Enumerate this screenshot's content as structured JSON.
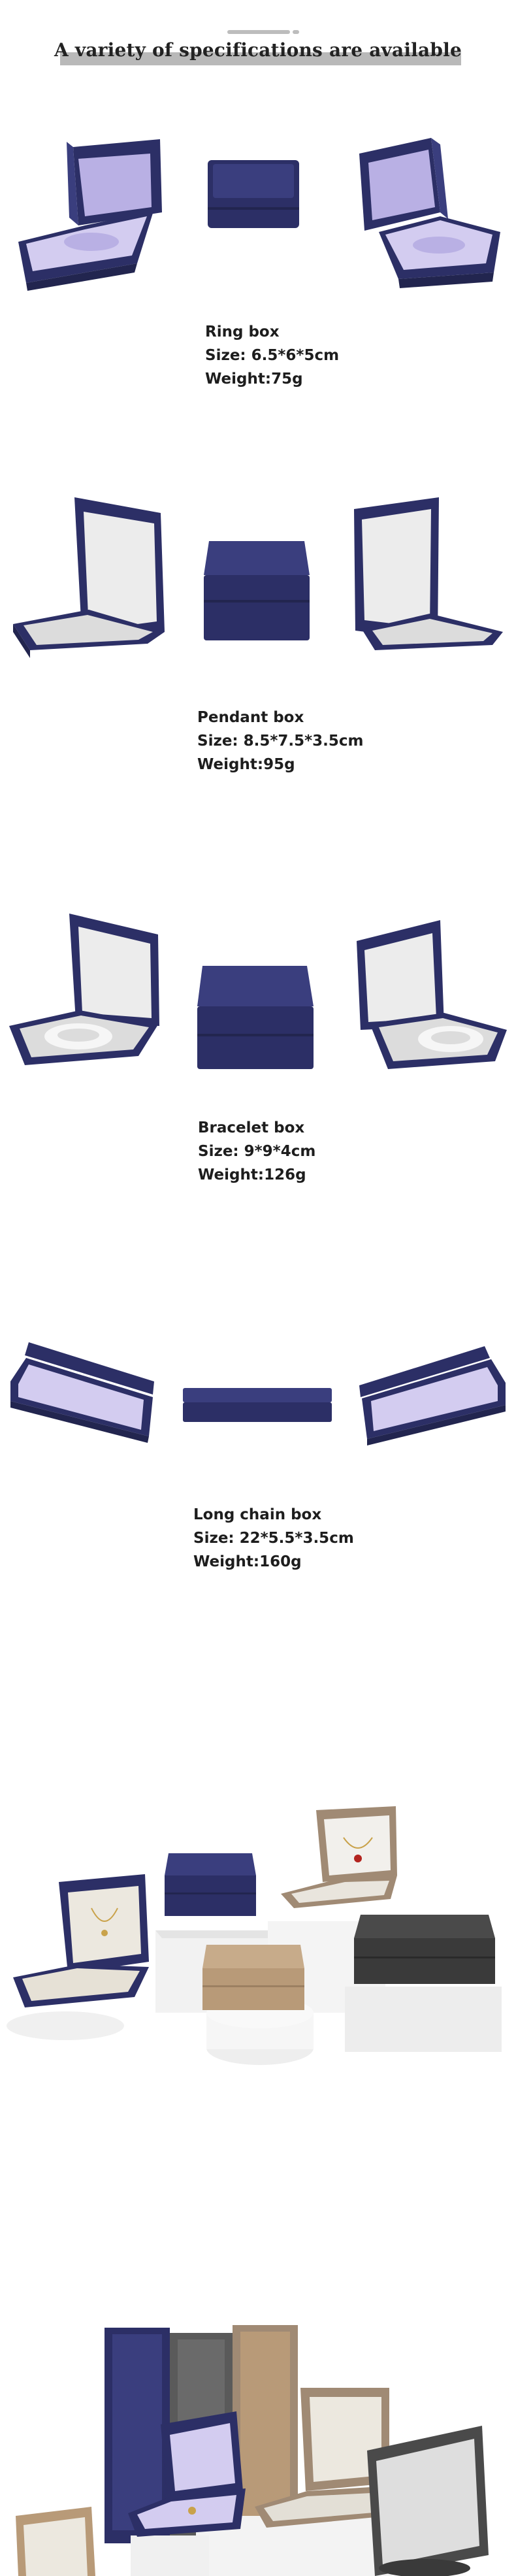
{
  "header": {
    "title": "A variety of specifications are available"
  },
  "specs": [
    {
      "name": "Ring box",
      "size": "Size: 6.5*6*5cm",
      "weight": "Weight:75g"
    },
    {
      "name": "Pendant box",
      "size": "Size: 8.5*7.5*3.5cm",
      "weight": "Weight:95g"
    },
    {
      "name": "Bracelet box",
      "size": "Size: 9*9*4cm",
      "weight": "Weight:126g"
    },
    {
      "name": "Long chain box",
      "size": "Size: 22*5.5*3.5cm",
      "weight": "Weight:160g"
    }
  ],
  "colors": {
    "navy": "#2c2f66",
    "lavender": "#d3ccf0",
    "gold": "#b89a78",
    "black": "#3a3a3a",
    "gray": "#5a5a5a",
    "pedestal": "#f2f2f2"
  }
}
